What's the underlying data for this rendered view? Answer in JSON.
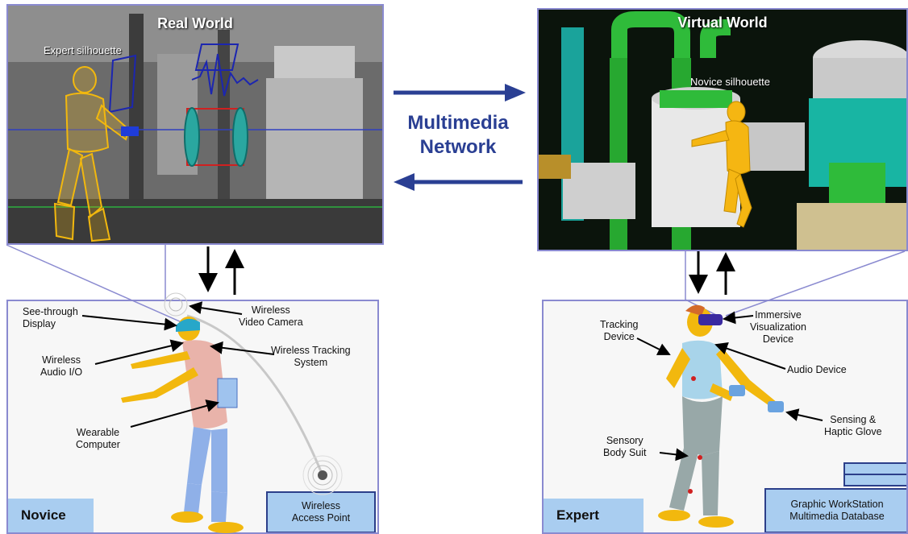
{
  "real_world": {
    "title": "Real World",
    "expert_silhouette_label": "Expert silhouette"
  },
  "virtual_world": {
    "title": "Virtual World",
    "novice_silhouette_label": "Novice silhouette"
  },
  "network": {
    "line1": "Multimedia",
    "line2": "Network"
  },
  "novice": {
    "role": "Novice",
    "labels": {
      "see_through_1": "See-through",
      "see_through_2": "Display",
      "wireless_audio_1": "Wireless",
      "wireless_audio_2": "Audio I/O",
      "wearable_1": "Wearable",
      "wearable_2": "Computer",
      "video_camera_1": "Wireless",
      "video_camera_2": "Video Camera",
      "tracking_1": "Wireless Tracking",
      "tracking_2": "System"
    },
    "access_point_1": "Wireless",
    "access_point_2": "Access Point"
  },
  "expert": {
    "role": "Expert",
    "labels": {
      "tracking_device_1": "Tracking",
      "tracking_device_2": "Device",
      "immersive_1": "Immersive",
      "immersive_2": "Visualization",
      "immersive_3": "Device",
      "audio_device": "Audio Device",
      "sensing_1": "Sensing &",
      "sensing_2": "Haptic Glove",
      "body_suit_1": "Sensory",
      "body_suit_2": "Body Suit"
    },
    "workstation_1": "Graphic WorkStation",
    "workstation_2": "Multimedia Database"
  },
  "colors": {
    "accent": "#2a3f93",
    "panel_border": "#8a8ad0",
    "box_fill": "#a9cdf0",
    "figure": "#f2b80e"
  }
}
